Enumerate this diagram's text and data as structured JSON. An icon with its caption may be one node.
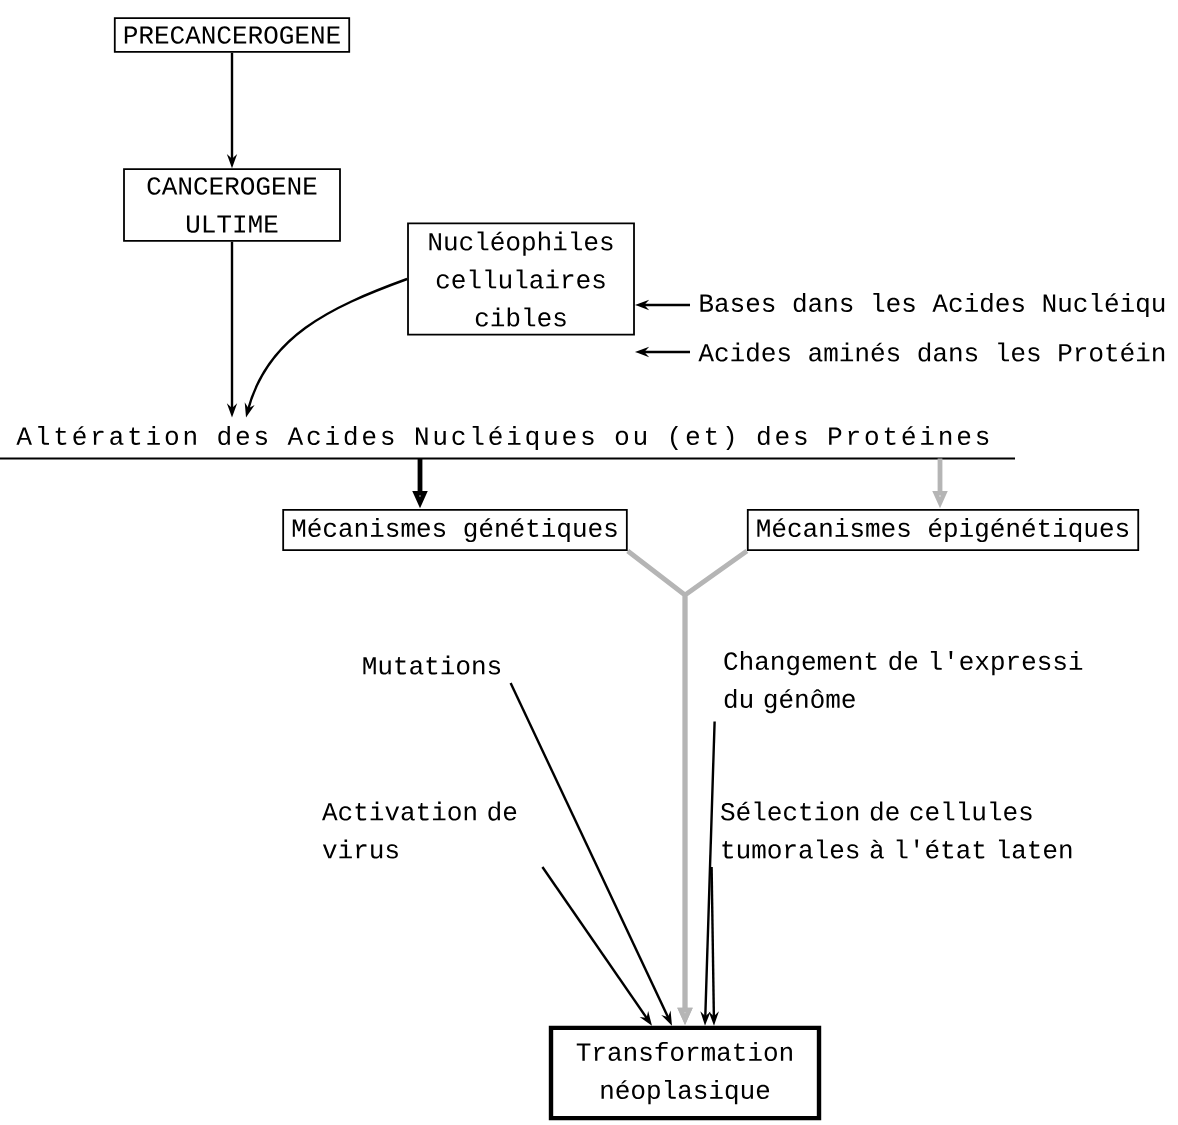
{
  "diagram": {
    "nodes": [
      {
        "text": [
          "PRECANCEROGENE"
        ]
      },
      {
        "text": [
          "CANCEROGENE ULTIME"
        ]
      },
      {
        "text": [
          "Nucléophiles cellulaires cibles"
        ]
      },
      {
        "text": [
          "Bases dans les Acides Nucléiqu"
        ]
      },
      {
        "text": [
          "Acides aminés dans les Protéin"
        ]
      },
      {
        "text": [
          "Altération des Acides Nucléiques ou (et) des Protéines"
        ]
      },
      {
        "text": [
          "Mécanismes génétiques"
        ]
      },
      {
        "text": [
          "Mécanismes épigénétiques"
        ]
      },
      {
        "text": [
          "Mutations"
        ]
      },
      {
        "text": [
          "Changement de l'expressi du génôme"
        ]
      },
      {
        "text": [
          "Activation de virus"
        ]
      },
      {
        "text": [
          "Sélection de cellules tumorales à l'état laten"
        ]
      },
      {
        "text": [
          "Transformation néoplasique"
        ]
      }
    ],
    "edges": [
      {
        "from": 0,
        "to": 1,
        "arrow": "to"
      },
      {
        "from": 1,
        "to": 5,
        "arrow": "to"
      },
      {
        "from": 2,
        "to": 5,
        "arrow": "to"
      },
      {
        "from": 3,
        "to": 2,
        "arrow": "to"
      },
      {
        "from": 4,
        "to": 2,
        "arrow": "to"
      },
      {
        "from": 5,
        "to": 6,
        "arrow": "to",
        "style": "thick"
      },
      {
        "from": 5,
        "to": 7,
        "arrow": "to",
        "style": "thick",
        "color": "#b5b5b5"
      },
      {
        "from": 6,
        "to": 12,
        "arrow": "to",
        "style": "thick",
        "color": "#b5b5b5"
      },
      {
        "from": 7,
        "to": 12,
        "arrow": "to",
        "style": "thick",
        "color": "#b5b5b5"
      },
      {
        "from": 8,
        "to": 12,
        "arrow": "to"
      },
      {
        "from": 9,
        "to": 12,
        "arrow": "to"
      },
      {
        "from": 10,
        "to": 12,
        "arrow": "to"
      },
      {
        "from": 11,
        "to": 12,
        "arrow": "to"
      }
    ]
  }
}
